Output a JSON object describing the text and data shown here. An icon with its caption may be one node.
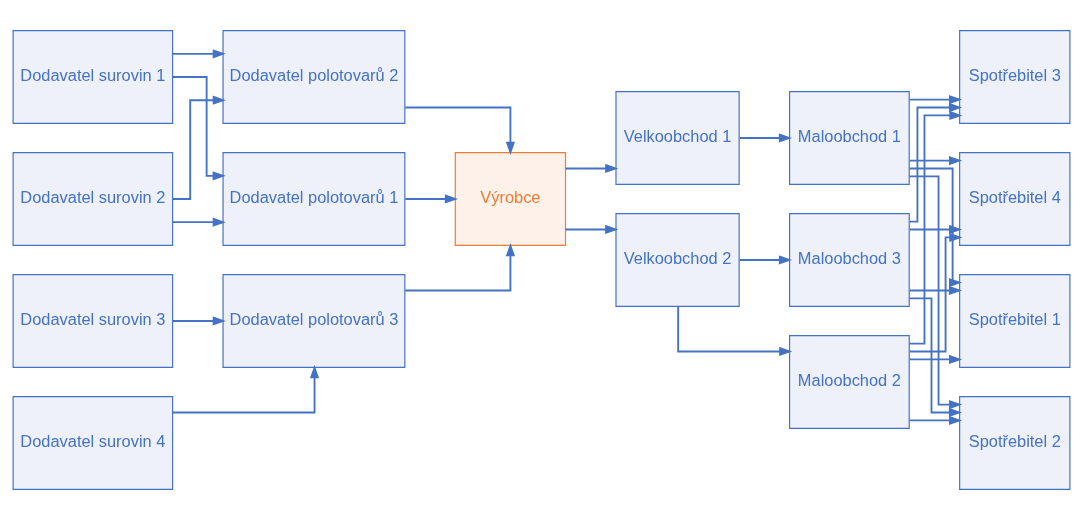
{
  "diagram": {
    "nodes": [
      {
        "text": [
          "Dodavatel surovin 1"
        ]
      },
      {
        "text": [
          "Dodavatel surovin 2"
        ]
      },
      {
        "text": [
          "Dodavatel surovin 3"
        ]
      },
      {
        "text": [
          "Dodavatel surovin 4"
        ]
      },
      {
        "text": [
          "Dodavatel polotovarů 1"
        ]
      },
      {
        "text": [
          "Dodavatel polotovarů 2"
        ]
      },
      {
        "text": [
          "Dodavatel polotovarů 3"
        ]
      },
      {
        "text": [
          "Výrobce"
        ]
      },
      {
        "text": [
          "Velkoobchod 1"
        ]
      },
      {
        "text": [
          "Velkoobchod 2"
        ]
      },
      {
        "text": [
          "Maloobchod 1"
        ]
      },
      {
        "text": [
          "Maloobchod 2"
        ]
      },
      {
        "text": [
          "Maloobchod 3"
        ]
      },
      {
        "text": [
          "Spotřebitel 1"
        ]
      },
      {
        "text": [
          "Spotřebitel 2"
        ]
      },
      {
        "text": [
          "Spotřebitel 3"
        ]
      },
      {
        "text": [
          "Spotřebitel 4"
        ]
      }
    ],
    "edges": [
      {
        "from": 0,
        "to": 4,
        "arrow": "to"
      },
      {
        "from": 0,
        "to": 5,
        "arrow": "to"
      },
      {
        "from": 1,
        "to": 4,
        "arrow": "to"
      },
      {
        "from": 1,
        "to": 5,
        "arrow": "to"
      },
      {
        "from": 2,
        "to": 6,
        "arrow": "to"
      },
      {
        "from": 3,
        "to": 6,
        "arrow": "to"
      },
      {
        "from": 4,
        "to": 7,
        "arrow": "to"
      },
      {
        "from": 5,
        "to": 7,
        "arrow": "to"
      },
      {
        "from": 6,
        "to": 7,
        "arrow": "to"
      },
      {
        "from": 7,
        "to": 8,
        "arrow": "to"
      },
      {
        "from": 7,
        "to": 9,
        "arrow": "to"
      },
      {
        "from": 8,
        "to": 10,
        "arrow": "to"
      },
      {
        "from": 9,
        "to": 11,
        "arrow": "to"
      },
      {
        "from": 9,
        "to": 12,
        "arrow": "to"
      },
      {
        "from": 10,
        "to": 13,
        "arrow": "to"
      },
      {
        "from": 10,
        "to": 14,
        "arrow": "to"
      },
      {
        "from": 10,
        "to": 15,
        "arrow": "to"
      },
      {
        "from": 10,
        "to": 16,
        "arrow": "to"
      },
      {
        "from": 11,
        "to": 13,
        "arrow": "to"
      },
      {
        "from": 11,
        "to": 14,
        "arrow": "to"
      },
      {
        "from": 11,
        "to": 15,
        "arrow": "to"
      },
      {
        "from": 11,
        "to": 16,
        "arrow": "to"
      },
      {
        "from": 12,
        "to": 13,
        "arrow": "to"
      },
      {
        "from": 12,
        "to": 14,
        "arrow": "to"
      },
      {
        "from": 12,
        "to": 15,
        "arrow": "to"
      },
      {
        "from": 12,
        "to": 16,
        "arrow": "to"
      }
    ]
  }
}
